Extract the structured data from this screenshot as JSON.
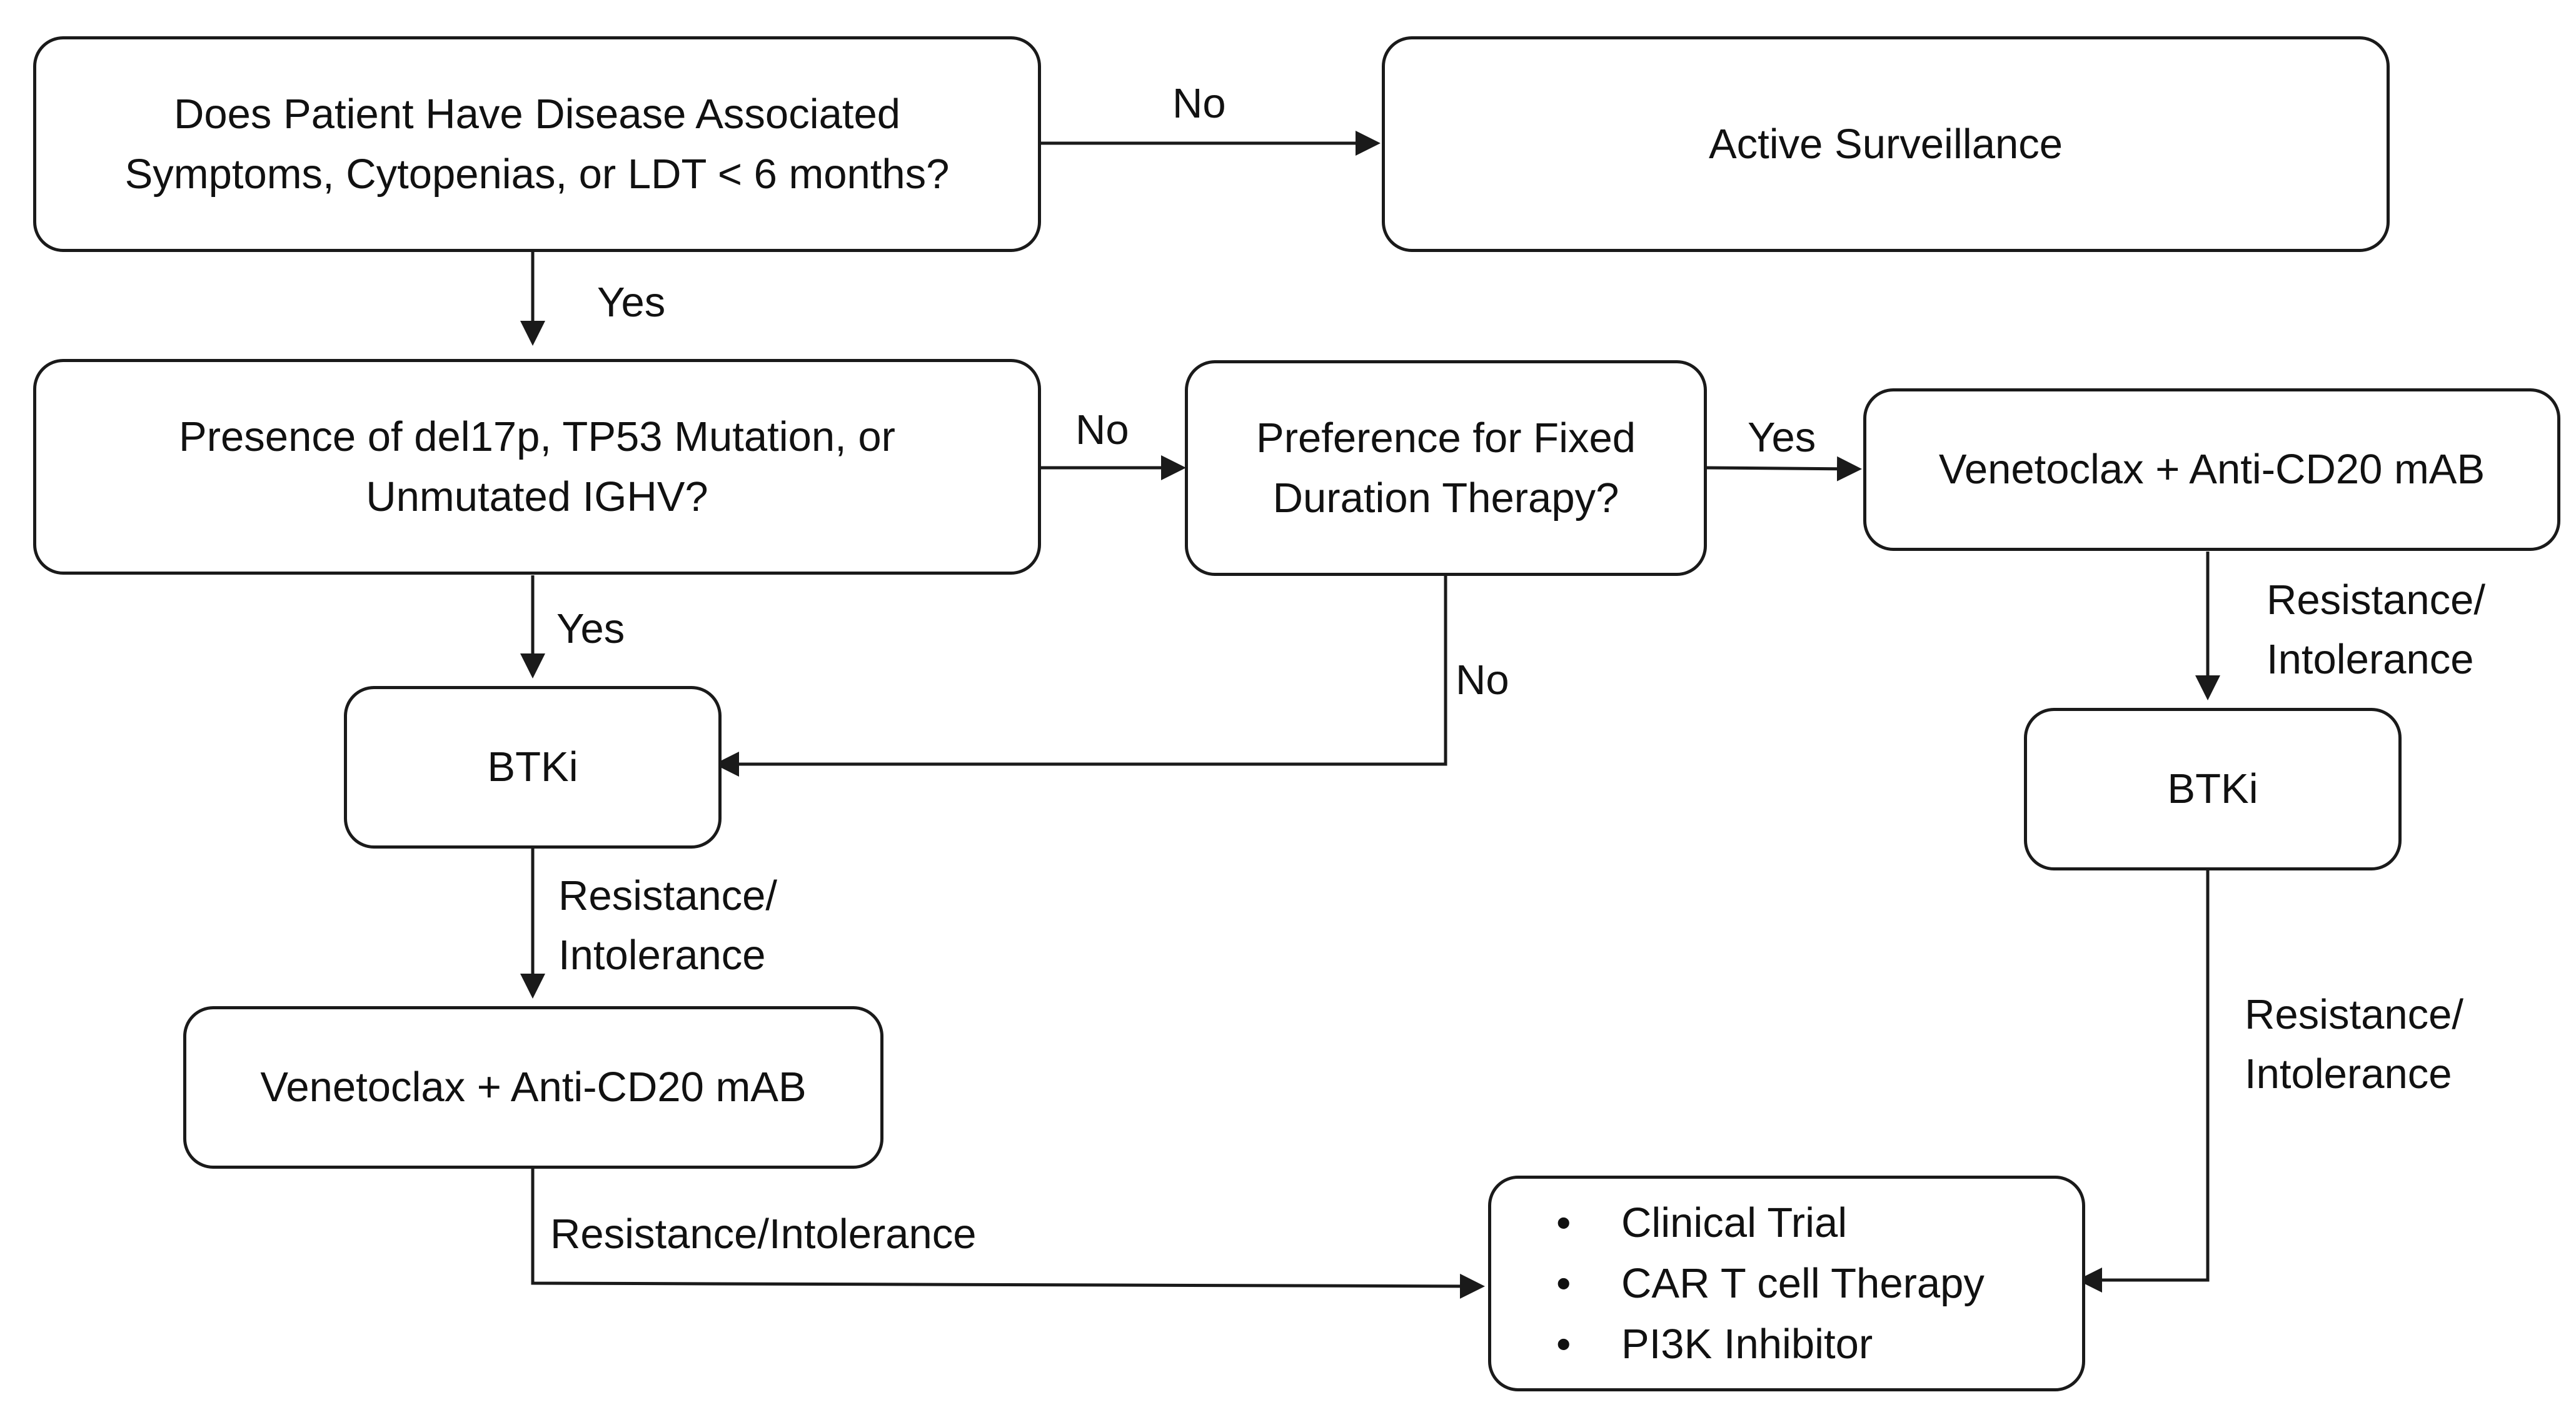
{
  "nodes": {
    "symptoms_question": {
      "lines": [
        "Does Patient Have Disease Associated",
        "Symptoms, Cytopenias, or LDT < 6 months?"
      ]
    },
    "active_surveillance": {
      "text": "Active Surveillance"
    },
    "del17p_question": {
      "lines": [
        "Presence of del17p, TP53 Mutation, or",
        "Unmutated IGHV?"
      ]
    },
    "fixed_duration_question": {
      "lines": [
        "Preference for Fixed",
        "Duration Therapy?"
      ]
    },
    "venetoclax_right": {
      "text": "Venetoclax + Anti-CD20 mAB"
    },
    "btki_left": {
      "text": "BTKi"
    },
    "btki_right": {
      "text": "BTKi"
    },
    "venetoclax_left": {
      "text": "Venetoclax + Anti-CD20 mAB"
    },
    "final_options": {
      "items": [
        "Clinical Trial",
        "CAR T cell Therapy",
        "PI3K Inhibitor"
      ]
    }
  },
  "edge_labels": {
    "no_to_surveillance": "No",
    "yes_to_del17p": "Yes",
    "no_to_fixed_duration": "No",
    "yes_to_venetoclax": "Yes",
    "yes_to_btki": "Yes",
    "no_to_btki": "No",
    "venetoclax_right_to_btki": [
      "Resistance/",
      "Intolerance"
    ],
    "btki_left_to_venetoclax": [
      "Resistance/",
      "Intolerance"
    ],
    "btki_right_to_final": [
      "Resistance/",
      "Intolerance"
    ],
    "venetoclax_left_to_final": "Resistance/Intolerance"
  },
  "bullet_glyph": "•",
  "colors": {
    "line": "#1a1a1a",
    "text": "#111111",
    "background": "#ffffff"
  }
}
